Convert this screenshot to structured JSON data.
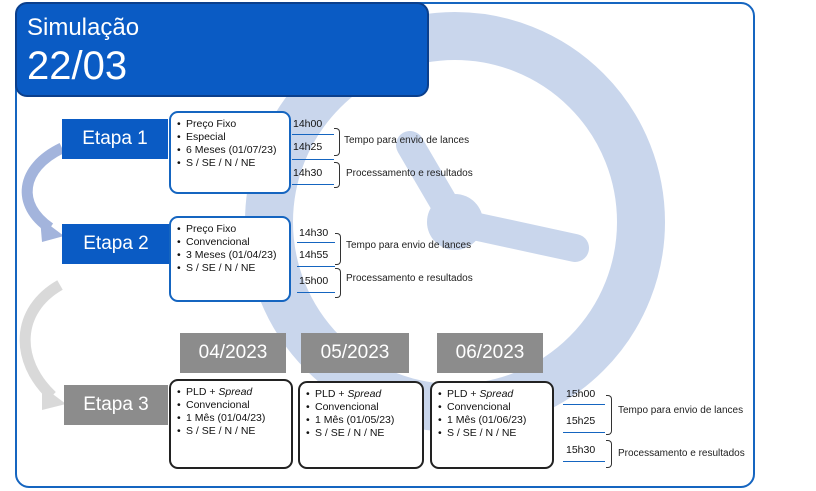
{
  "header": {
    "subtitle": "Simulação",
    "title": "22/03"
  },
  "stages": [
    {
      "label": "Etapa 1",
      "items": [
        "Preço Fixo",
        "Especial",
        "6 Meses (01/07/23)",
        "S / SE / N / NE"
      ],
      "times": [
        "14h00",
        "14h25",
        "14h30"
      ],
      "notes": [
        "Tempo para envio de lances",
        "Processamento e resultados"
      ]
    },
    {
      "label": "Etapa 2",
      "items": [
        "Preço Fixo",
        "Convencional",
        "3 Meses (01/04/23)",
        "S / SE / N / NE"
      ],
      "times": [
        "14h30",
        "14h55",
        "15h00"
      ],
      "notes": [
        "Tempo para envio de lances",
        "Processamento e resultados"
      ]
    },
    {
      "label": "Etapa 3",
      "times": [
        "15h00",
        "15h25",
        "15h30"
      ],
      "notes": [
        "Tempo para envio de lances",
        "Processamento e resultados"
      ]
    }
  ],
  "months": [
    {
      "label": "04/2023",
      "pld": "PLD + ",
      "spread": "Spread",
      "items": [
        "Convencional",
        "1 Mês (01/04/23)",
        "S / SE / N / NE"
      ]
    },
    {
      "label": "05/2023",
      "pld": "PLD + ",
      "spread": "Spread",
      "items": [
        "Convencional",
        "1 Mês (01/05/23)",
        "S / SE / N / NE"
      ]
    },
    {
      "label": "06/2023",
      "pld": "PLD + ",
      "spread": "Spread",
      "items": [
        "Convencional",
        "1 Mês (01/06/23)",
        "S / SE / N / NE"
      ]
    }
  ],
  "colors": {
    "primary": "#0a5bc4",
    "grey": "#8c8c8c",
    "clock": "#c9d6ec",
    "arrow_blue": "#a3b4dc",
    "arrow_grey": "#d9d9d9"
  }
}
